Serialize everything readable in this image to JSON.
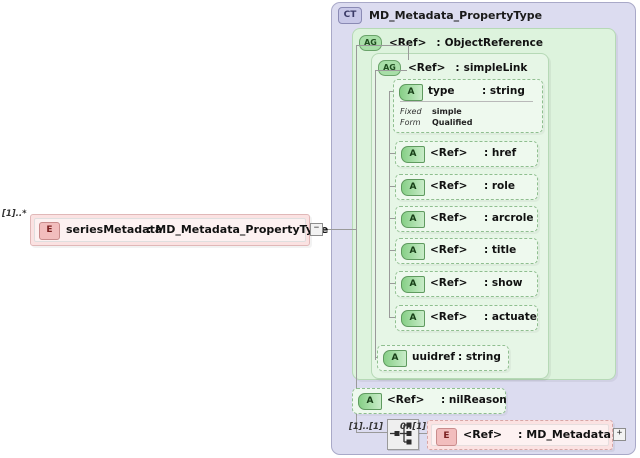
{
  "diagram": {
    "title": "MD_Metadata_PropertyType",
    "kind_badges": {
      "complex_type": "CT",
      "attribute_group": "AG",
      "attribute": "A",
      "element": "E"
    },
    "colors": {
      "complex_type_bg": "#dcdcf0",
      "complex_type_border": "#a9a9c8",
      "group_bg": "#ddf3dd",
      "group_bg_inner": "#e6f6e6",
      "attribute_bg": "#eef9ee",
      "attribute_border": "#8fbf8f",
      "element_bg": "#fbe2e2",
      "element_border": "#e0b8b8",
      "connector": "#9a9a9a"
    }
  },
  "root_element": {
    "badge": "E",
    "name": "seriesMetadata",
    "separator": ":",
    "type": "MD_Metadata_PropertyType",
    "cardinality": "[1]..*",
    "expander": "−"
  },
  "complex_type": {
    "badge": "CT",
    "name": "MD_Metadata_PropertyType"
  },
  "groups": [
    {
      "badge": "AG",
      "name": "<Ref>",
      "separator": ":",
      "type": "ObjectReference"
    },
    {
      "badge": "AG",
      "name": "<Ref>",
      "separator": ":",
      "type": "simpleLink"
    }
  ],
  "attributes": [
    {
      "badge": "A",
      "name": "type",
      "separator": ":",
      "type": "string",
      "facets": [
        {
          "key": "Fixed",
          "value": "simple"
        },
        {
          "key": "Form",
          "value": "Qualified"
        }
      ]
    },
    {
      "badge": "A",
      "name": "<Ref>",
      "separator": ":",
      "type": "href"
    },
    {
      "badge": "A",
      "name": "<Ref>",
      "separator": ":",
      "type": "role"
    },
    {
      "badge": "A",
      "name": "<Ref>",
      "separator": ":",
      "type": "arcrole"
    },
    {
      "badge": "A",
      "name": "<Ref>",
      "separator": ":",
      "type": "title"
    },
    {
      "badge": "A",
      "name": "<Ref>",
      "separator": ":",
      "type": "show"
    },
    {
      "badge": "A",
      "name": "<Ref>",
      "separator": ":",
      "type": "actuate"
    }
  ],
  "group_attribute": {
    "badge": "A",
    "name": "uuidref",
    "separator": ":",
    "type": "string"
  },
  "type_attribute": {
    "badge": "A",
    "name": "<Ref>",
    "separator": ":",
    "type": "nilReason"
  },
  "sequence": {
    "icon": "sequence-compositor-icon",
    "cardinality": "[1]..[1]"
  },
  "child_element": {
    "badge": "E",
    "name": "<Ref>",
    "separator": ":",
    "type": "MD_Metadata",
    "cardinality": "0..[1]",
    "expander": "+"
  }
}
